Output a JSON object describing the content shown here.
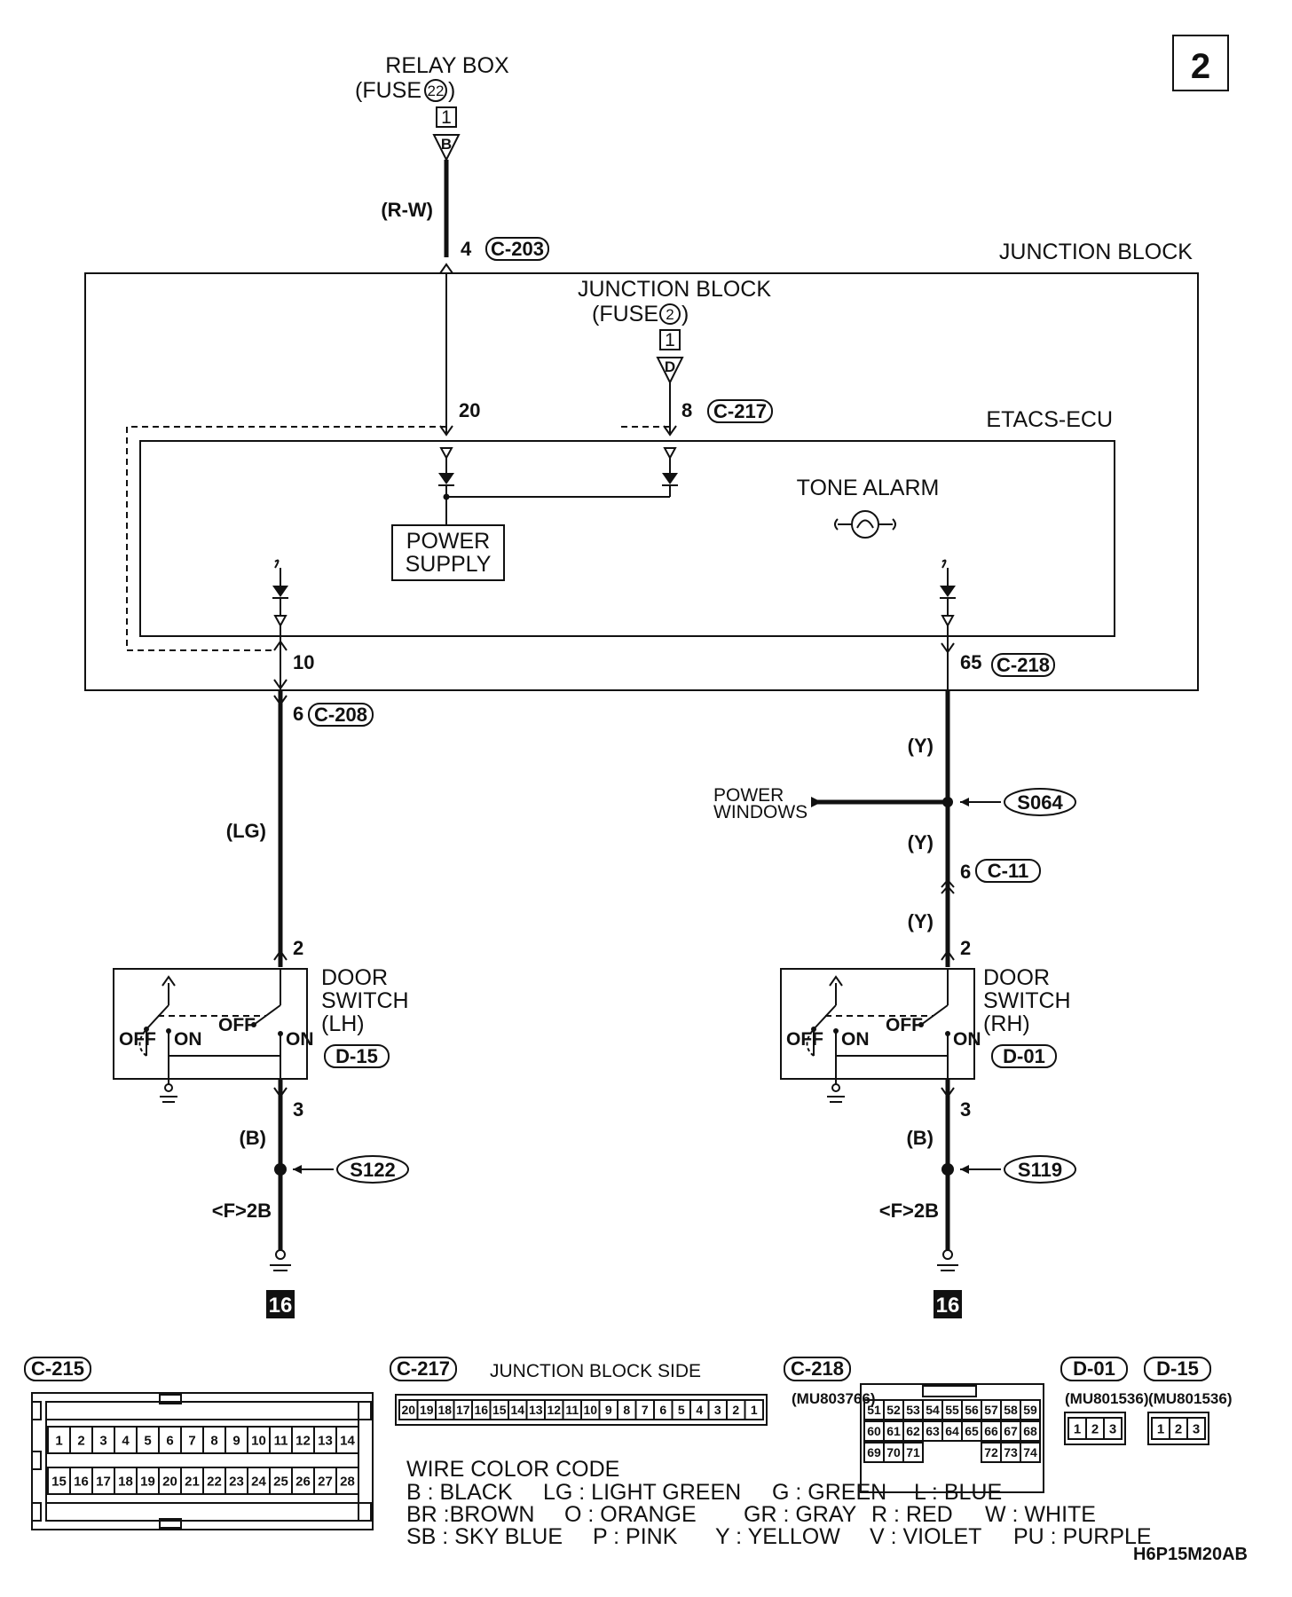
{
  "page_number": "2",
  "relay_box": {
    "title": "RELAY BOX",
    "fuse_prefix": "(FUSE",
    "fuse_number": "22",
    "fuse_suffix": ")",
    "terminal": "1",
    "letter": "B"
  },
  "wire_rw": "(R-W)",
  "c203": {
    "pin": "4",
    "connector": "C-203"
  },
  "junction_block_label": "JUNCTION BLOCK",
  "jb_fuse": {
    "title": "JUNCTION BLOCK",
    "fuse_prefix": "(FUSE",
    "fuse_number": "2",
    "fuse_suffix": ")",
    "terminal": "1",
    "letter": "D"
  },
  "pin_20": "20",
  "c217": {
    "pin": "8",
    "connector": "C-217"
  },
  "etacs_label": "ETACS-ECU",
  "tone_alarm": "TONE ALARM",
  "power_supply": {
    "line1": "POWER",
    "line2": "SUPPLY"
  },
  "pin_10": "10",
  "c218": {
    "pin": "65",
    "connector": "C-218"
  },
  "c208": {
    "pin": "6",
    "connector": "C-208"
  },
  "wire_lg": "(LG)",
  "wire_y": "(Y)",
  "power_windows": {
    "line1": "POWER",
    "line2": "WINDOWS"
  },
  "s064": "S064",
  "c11": {
    "pin": "6",
    "connector": "C-11"
  },
  "door_lh": {
    "pin_top": "2",
    "pin_bottom": "3",
    "line1": "DOOR",
    "line2": "SWITCH",
    "line3": "(LH)",
    "connector": "D-15",
    "off": "OFF",
    "on": "ON"
  },
  "door_rh": {
    "pin_top": "2",
    "pin_bottom": "3",
    "line1": "DOOR",
    "line2": "SWITCH",
    "line3": "(RH)",
    "connector": "D-01",
    "off": "OFF",
    "on": "ON"
  },
  "wire_b": "(B)",
  "s122": "S122",
  "s119": "S119",
  "ground_ref": "<F>2B",
  "ground_num": "16",
  "connectors": {
    "c215": {
      "name": "C-215",
      "row1": [
        "1",
        "2",
        "3",
        "4",
        "5",
        "6",
        "7",
        "8",
        "9",
        "10",
        "11",
        "12",
        "13",
        "14"
      ],
      "row2": [
        "15",
        "16",
        "17",
        "18",
        "19",
        "20",
        "21",
        "22",
        "23",
        "24",
        "25",
        "26",
        "27",
        "28"
      ]
    },
    "c217": {
      "name": "C-217",
      "side": "JUNCTION BLOCK SIDE",
      "pins": [
        "20",
        "19",
        "18",
        "17",
        "16",
        "15",
        "14",
        "13",
        "12",
        "11",
        "10",
        "9",
        "8",
        "7",
        "6",
        "5",
        "4",
        "3",
        "2",
        "1"
      ]
    },
    "c218": {
      "name": "C-218",
      "part": "(MU803766)",
      "row1": [
        "51",
        "52",
        "53",
        "54",
        "55",
        "56",
        "57",
        "58",
        "59"
      ],
      "row2": [
        "60",
        "61",
        "62",
        "63",
        "64",
        "65",
        "66",
        "67",
        "68"
      ],
      "row3": [
        "69",
        "70",
        "71",
        "72",
        "73",
        "74"
      ]
    },
    "d01": {
      "name": "D-01",
      "part": "(MU801536)",
      "pins": [
        "1",
        "2",
        "3"
      ]
    },
    "d15": {
      "name": "D-15",
      "part": "(MU801536)",
      "pins": [
        "1",
        "2",
        "3"
      ]
    }
  },
  "wire_color_code": {
    "title": "WIRE COLOR CODE",
    "line1": [
      "B : BLACK",
      "LG : LIGHT GREEN",
      "G : GREEN",
      "L : BLUE"
    ],
    "line2": [
      "BR :BROWN",
      "O : ORANGE",
      "GR : GRAY",
      "R : RED",
      "W : WHITE"
    ],
    "line3": [
      "SB : SKY BLUE",
      "P : PINK",
      "Y : YELLOW",
      "V : VIOLET",
      "PU : PURPLE"
    ]
  },
  "drawing_code": "H6P15M20AB"
}
